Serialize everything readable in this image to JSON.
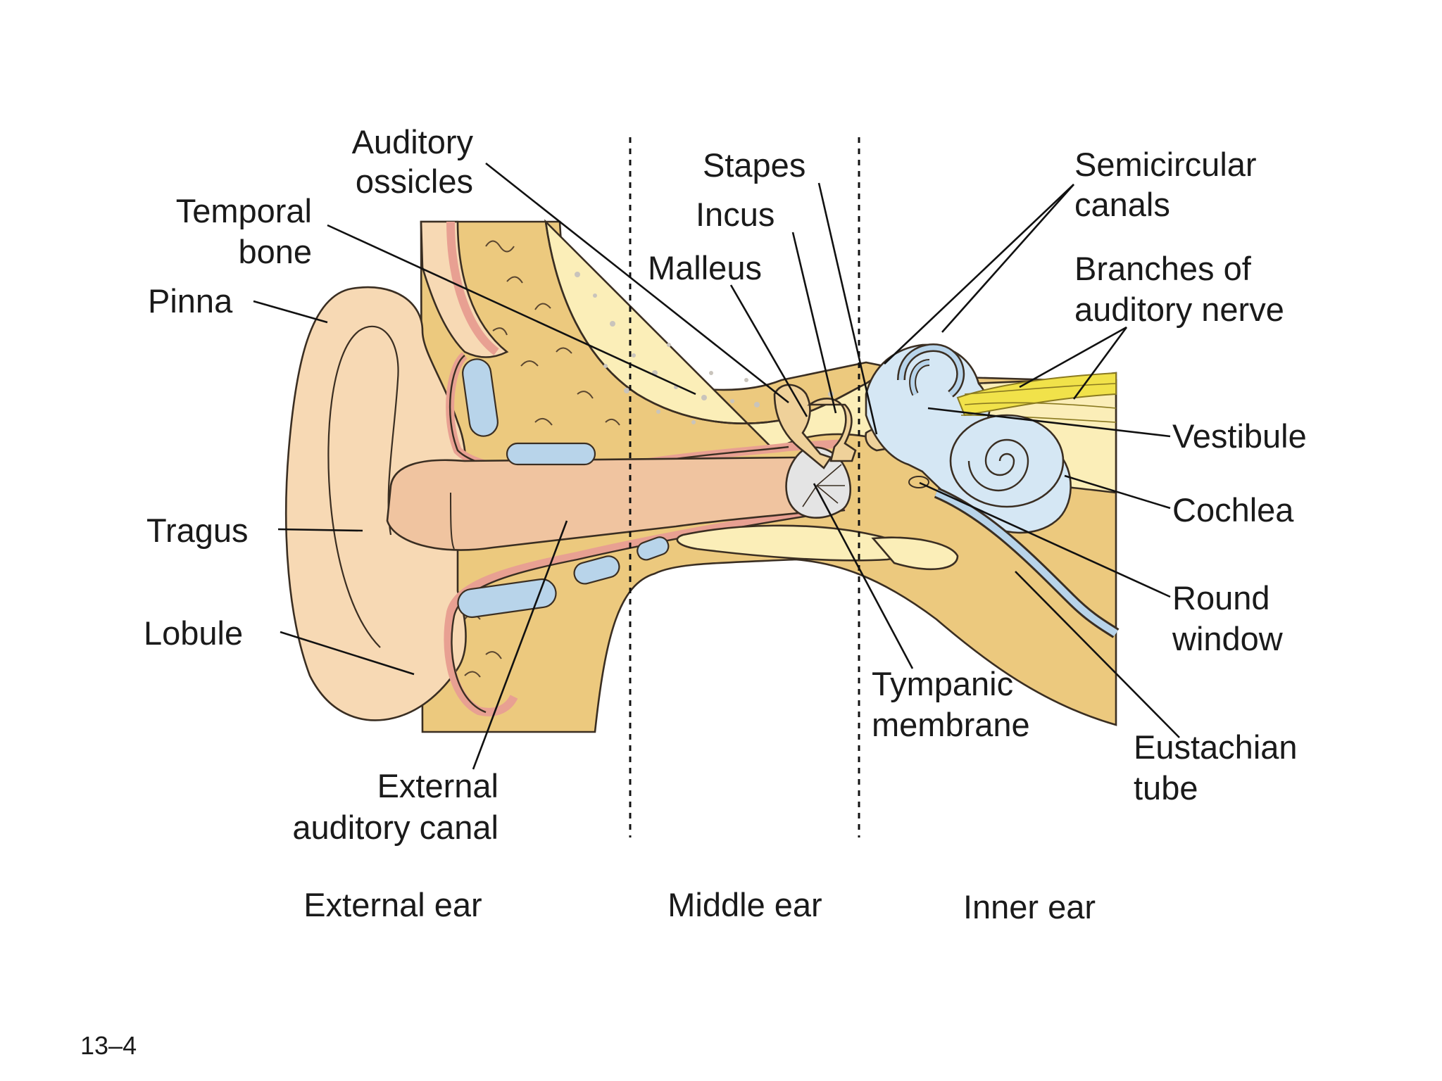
{
  "page_number": "13–4",
  "sections": {
    "external": "External ear",
    "middle": "Middle ear",
    "inner": "Inner ear"
  },
  "labels": {
    "auditory_ossicles": [
      "Auditory",
      "ossicles"
    ],
    "temporal_bone": [
      "Temporal",
      "bone"
    ],
    "pinna": "Pinna",
    "tragus": "Tragus",
    "lobule": "Lobule",
    "external_auditory_canal": [
      "External",
      "auditory canal"
    ],
    "stapes": "Stapes",
    "incus": "Incus",
    "malleus": "Malleus",
    "semicircular_canals": [
      "Semicircular",
      "canals"
    ],
    "branches_auditory_nerve": [
      "Branches of",
      "auditory nerve"
    ],
    "vestibule": "Vestibule",
    "cochlea": "Cochlea",
    "round_window": [
      "Round",
      "window"
    ],
    "tympanic_membrane": [
      "Tympanic",
      "membrane"
    ],
    "eustachian_tube": [
      "Eustachian",
      "tube"
    ]
  },
  "colors": {
    "skin": "#f7d9b4",
    "canal": "#f0c4a0",
    "canal_lining": "#e8a092",
    "bone": "#fbeeb8",
    "dense_bone": "#ecc97e",
    "fluid": "#b8d4ea",
    "nerve": "#f1e24a",
    "membrane": "#e4e4e4"
  }
}
